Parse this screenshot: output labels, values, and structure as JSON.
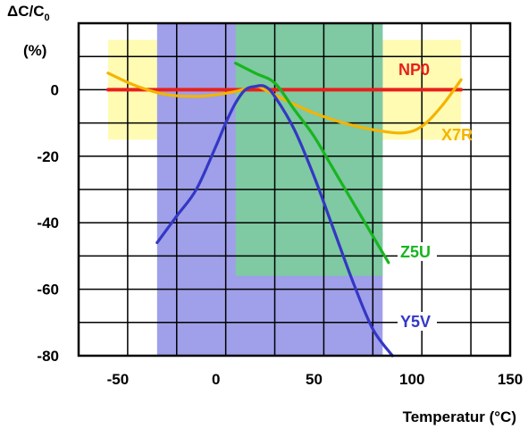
{
  "chart_data": {
    "type": "line",
    "ylabel_main": "ΔC/C",
    "ylabel_sub": "0",
    "ylabel_unit": "(%)",
    "xlabel": "Temperatur (°C)",
    "xlim": [
      -70,
      150
    ],
    "ylim": [
      -80,
      20
    ],
    "x_ticks": [
      -50,
      0,
      50,
      100,
      150
    ],
    "y_ticks": [
      0,
      -20,
      -40,
      -60,
      -80
    ],
    "grid": true,
    "regions": [
      {
        "name": "X7R",
        "x": [
          -55,
          125
        ],
        "y": [
          -15,
          15
        ],
        "color": "#fffbb3"
      },
      {
        "name": "Y5V",
        "x": [
          -30,
          85
        ],
        "y": [
          -82,
          22
        ],
        "color": "#9f9fea"
      },
      {
        "name": "Z5U",
        "x": [
          10,
          85
        ],
        "y": [
          -56,
          22
        ],
        "color": "#7fc9a3"
      }
    ],
    "series": [
      {
        "name": "NP0",
        "color": "#e8201c",
        "x": [
          -55,
          125
        ],
        "y": [
          0,
          0
        ]
      },
      {
        "name": "X7R",
        "color": "#f4b400",
        "x": [
          -55,
          -40,
          -25,
          -10,
          0,
          10,
          20,
          25,
          35,
          50,
          65,
          80,
          95,
          105,
          115,
          125
        ],
        "y": [
          5,
          1,
          -1.5,
          -2,
          -1.5,
          -0.5,
          1,
          0,
          -3,
          -7,
          -10,
          -12,
          -13,
          -11,
          -5,
          3
        ]
      },
      {
        "name": "Z5U",
        "color": "#18b51f",
        "x": [
          10,
          20,
          30,
          40,
          50,
          60,
          70,
          80,
          88
        ],
        "y": [
          8,
          5,
          2,
          -6,
          -14,
          -24,
          -34,
          -44,
          -52
        ]
      },
      {
        "name": "Y5V",
        "color": "#3437c4",
        "x": [
          -30,
          -20,
          -10,
          0,
          5,
          10,
          15,
          20,
          25,
          30,
          40,
          50,
          60,
          70,
          80,
          90
        ],
        "y": [
          -46,
          -38,
          -30,
          -17,
          -10,
          -4,
          0,
          1,
          1,
          -2,
          -12,
          -26,
          -42,
          -58,
          -72,
          -80
        ]
      }
    ],
    "series_labels": [
      {
        "text": "NP0",
        "color": "#e8201c"
      },
      {
        "text": "X7R",
        "color": "#f4b400"
      },
      {
        "text": "Z5U",
        "color": "#18b51f"
      },
      {
        "text": "Y5V",
        "color": "#3437c4"
      }
    ]
  }
}
